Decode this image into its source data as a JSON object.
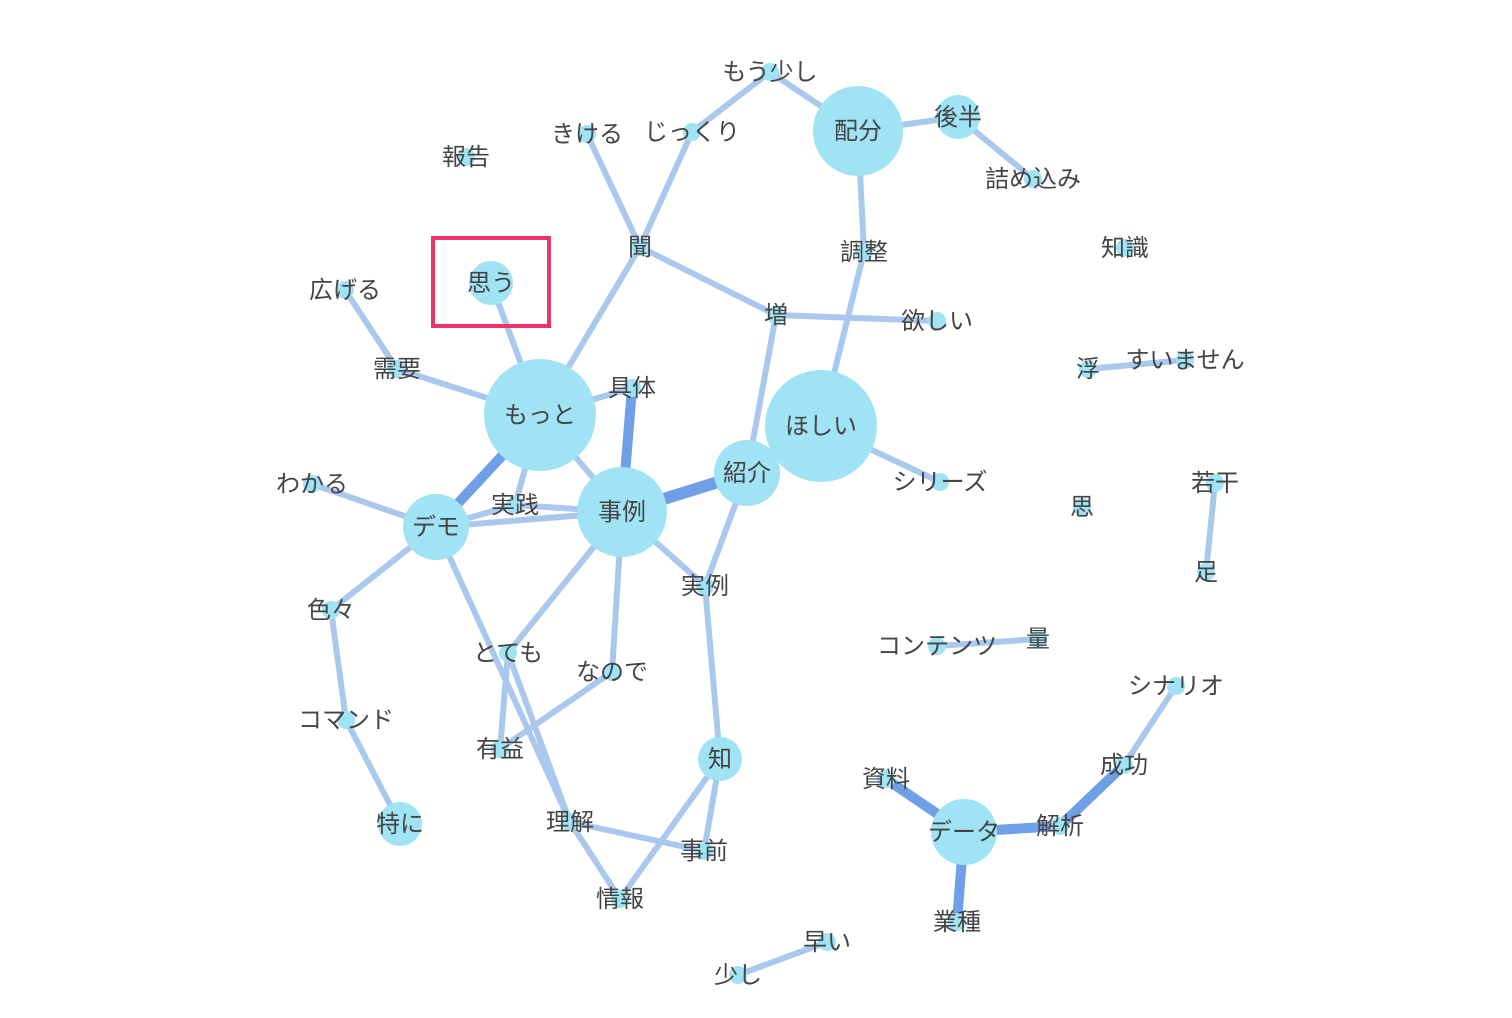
{
  "colors": {
    "background": "#ffffff",
    "node": "#9fe3f4",
    "edge_light": "#aac8ee",
    "edge_strong": "#6f9fe6",
    "label": "#444444",
    "highlight": "#ee3366"
  },
  "highlighted_node": "思う",
  "nodes": [
    {
      "id": "もう少し",
      "size": 1
    },
    {
      "id": "きける",
      "size": 1
    },
    {
      "id": "じっくり",
      "size": 1
    },
    {
      "id": "報告",
      "size": 1
    },
    {
      "id": "配分",
      "size": 4
    },
    {
      "id": "後半",
      "size": 2
    },
    {
      "id": "詰め込み",
      "size": 1
    },
    {
      "id": "知識",
      "size": 1
    },
    {
      "id": "聞",
      "size": 1
    },
    {
      "id": "調整",
      "size": 1
    },
    {
      "id": "思う",
      "size": 2
    },
    {
      "id": "広げる",
      "size": 1
    },
    {
      "id": "増",
      "size": 1
    },
    {
      "id": "欲しい",
      "size": 1
    },
    {
      "id": "需要",
      "size": 1
    },
    {
      "id": "浮",
      "size": 1
    },
    {
      "id": "すいません",
      "size": 1
    },
    {
      "id": "具体",
      "size": 1
    },
    {
      "id": "もっと",
      "size": 5
    },
    {
      "id": "ほしい",
      "size": 5
    },
    {
      "id": "紹介",
      "size": 3
    },
    {
      "id": "わかる",
      "size": 1
    },
    {
      "id": "シリーズ",
      "size": 1
    },
    {
      "id": "若干",
      "size": 1
    },
    {
      "id": "実践",
      "size": 1
    },
    {
      "id": "事例",
      "size": 4
    },
    {
      "id": "思",
      "size": 1
    },
    {
      "id": "デモ",
      "size": 3
    },
    {
      "id": "足",
      "size": 1
    },
    {
      "id": "実例",
      "size": 1
    },
    {
      "id": "色々",
      "size": 1
    },
    {
      "id": "コンテンツ",
      "size": 1
    },
    {
      "id": "量",
      "size": 1
    },
    {
      "id": "とても",
      "size": 1
    },
    {
      "id": "なので",
      "size": 1
    },
    {
      "id": "シナリオ",
      "size": 1
    },
    {
      "id": "コマンド",
      "size": 1
    },
    {
      "id": "有益",
      "size": 1
    },
    {
      "id": "知",
      "size": 2
    },
    {
      "id": "成功",
      "size": 1
    },
    {
      "id": "資料",
      "size": 1
    },
    {
      "id": "解析",
      "size": 1
    },
    {
      "id": "データ",
      "size": 3
    },
    {
      "id": "特に",
      "size": 2
    },
    {
      "id": "理解",
      "size": 1
    },
    {
      "id": "事前",
      "size": 1
    },
    {
      "id": "情報",
      "size": 1
    },
    {
      "id": "業種",
      "size": 1
    },
    {
      "id": "早い",
      "size": 1
    },
    {
      "id": "少し",
      "size": 1
    }
  ],
  "edges": [
    {
      "source": "もう少し",
      "target": "じっくり",
      "weight": 1
    },
    {
      "source": "もう少し",
      "target": "配分",
      "weight": 1
    },
    {
      "source": "きける",
      "target": "聞",
      "weight": 1
    },
    {
      "source": "じっくり",
      "target": "聞",
      "weight": 1
    },
    {
      "source": "聞",
      "target": "もっと",
      "weight": 1
    },
    {
      "source": "聞",
      "target": "増",
      "weight": 1
    },
    {
      "source": "配分",
      "target": "後半",
      "weight": 1
    },
    {
      "source": "後半",
      "target": "詰め込み",
      "weight": 1
    },
    {
      "source": "配分",
      "target": "調整",
      "weight": 1
    },
    {
      "source": "調整",
      "target": "ほしい",
      "weight": 1
    },
    {
      "source": "増",
      "target": "欲しい",
      "weight": 1
    },
    {
      "source": "増",
      "target": "紹介",
      "weight": 1
    },
    {
      "source": "思う",
      "target": "もっと",
      "weight": 1
    },
    {
      "source": "広げる",
      "target": "需要",
      "weight": 1
    },
    {
      "source": "需要",
      "target": "もっと",
      "weight": 1
    },
    {
      "source": "浮",
      "target": "すいません",
      "weight": 1
    },
    {
      "source": "もっと",
      "target": "具体",
      "weight": 1
    },
    {
      "source": "具体",
      "target": "事例",
      "weight": 3
    },
    {
      "source": "もっと",
      "target": "デモ",
      "weight": 3
    },
    {
      "source": "もっと",
      "target": "事例",
      "weight": 1
    },
    {
      "source": "もっと",
      "target": "実践",
      "weight": 1
    },
    {
      "source": "事例",
      "target": "紹介",
      "weight": 4
    },
    {
      "source": "紹介",
      "target": "ほしい",
      "weight": 1
    },
    {
      "source": "ほしい",
      "target": "シリーズ",
      "weight": 1
    },
    {
      "source": "わかる",
      "target": "デモ",
      "weight": 1
    },
    {
      "source": "実践",
      "target": "デモ",
      "weight": 1
    },
    {
      "source": "実践",
      "target": "事例",
      "weight": 1
    },
    {
      "source": "デモ",
      "target": "事例",
      "weight": 1
    },
    {
      "source": "若干",
      "target": "足",
      "weight": 1
    },
    {
      "source": "デモ",
      "target": "色々",
      "weight": 1
    },
    {
      "source": "色々",
      "target": "コマンド",
      "weight": 1
    },
    {
      "source": "コマンド",
      "target": "特に",
      "weight": 1
    },
    {
      "source": "デモ",
      "target": "理解",
      "weight": 1
    },
    {
      "source": "事例",
      "target": "とても",
      "weight": 1
    },
    {
      "source": "事例",
      "target": "なので",
      "weight": 1
    },
    {
      "source": "事例",
      "target": "実例",
      "weight": 1
    },
    {
      "source": "紹介",
      "target": "実例",
      "weight": 1
    },
    {
      "source": "実例",
      "target": "知",
      "weight": 1
    },
    {
      "source": "コンテンツ",
      "target": "量",
      "weight": 1
    },
    {
      "source": "とても",
      "target": "有益",
      "weight": 1
    },
    {
      "source": "なので",
      "target": "有益",
      "weight": 1
    },
    {
      "source": "とても",
      "target": "理解",
      "weight": 1
    },
    {
      "source": "理解",
      "target": "情報",
      "weight": 1
    },
    {
      "source": "理解",
      "target": "事前",
      "weight": 1
    },
    {
      "source": "知",
      "target": "事前",
      "weight": 1
    },
    {
      "source": "知",
      "target": "情報",
      "weight": 1
    },
    {
      "source": "シナリオ",
      "target": "成功",
      "weight": 1
    },
    {
      "source": "成功",
      "target": "解析",
      "weight": 3
    },
    {
      "source": "解析",
      "target": "データ",
      "weight": 3
    },
    {
      "source": "資料",
      "target": "データ",
      "weight": 3
    },
    {
      "source": "データ",
      "target": "業種",
      "weight": 3
    },
    {
      "source": "早い",
      "target": "少し",
      "weight": 1
    }
  ]
}
